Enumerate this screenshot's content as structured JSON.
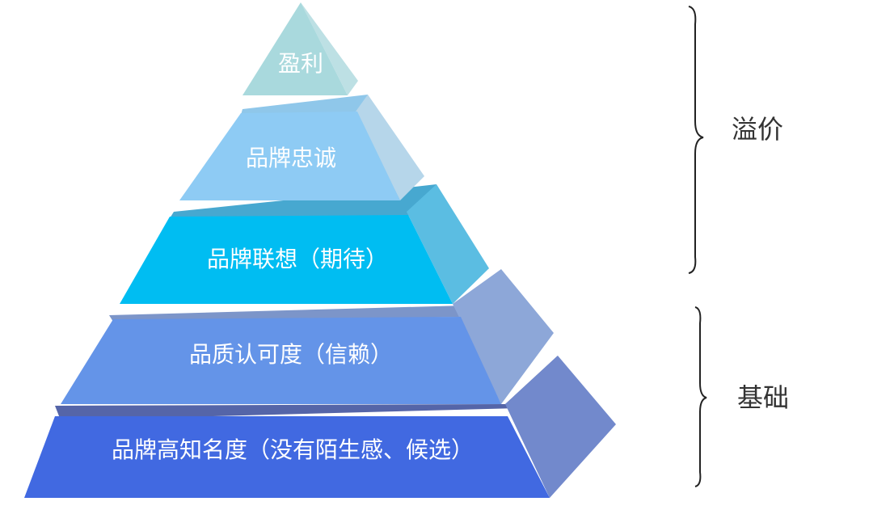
{
  "pyramid": {
    "tiers": [
      {
        "label": "盈利",
        "front": "#a9d9dd",
        "side": "#bde0e4",
        "top": "#a9d9dd"
      },
      {
        "label": "品牌忠诚",
        "front": "#8ecbf4",
        "side": "#b6d6ea",
        "top": "#8fc7ea"
      },
      {
        "label": "品牌联想（期待）",
        "front": "#00bdf2",
        "side": "#5bbde2",
        "top": "#47a8d0"
      },
      {
        "label": "品质认可度（信赖）",
        "front": "#6494e8",
        "side": "#8da7d8",
        "top": "#7c95c9"
      },
      {
        "label": "品牌高知名度（没有陌生感、候选）",
        "front": "#4169e1",
        "side": "#7289cc",
        "top": "#5565a8"
      }
    ]
  },
  "groups": [
    {
      "label": "溢价"
    },
    {
      "label": "基础"
    }
  ]
}
